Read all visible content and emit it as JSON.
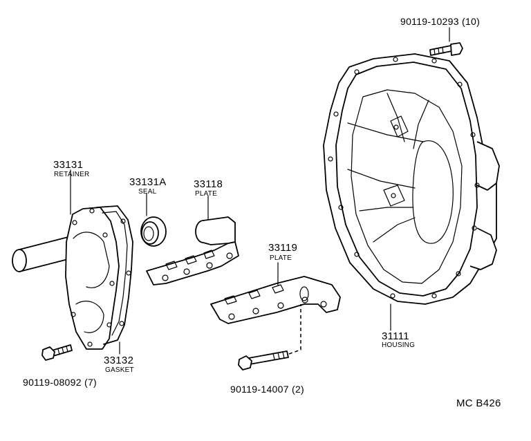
{
  "parts": {
    "housing": {
      "number": "31111",
      "name": "HOUSING"
    },
    "retainer": {
      "number": "33131",
      "name": "RETAINER"
    },
    "seal": {
      "number": "33131A",
      "name": "SEAL"
    },
    "plate_upper": {
      "number": "33118",
      "name": "PLATE"
    },
    "plate_lower": {
      "number": "33119",
      "name": "PLATE"
    },
    "gasket": {
      "number": "33132",
      "name": "GASKET"
    }
  },
  "bolts": {
    "housing_bolt": {
      "part": "90119-10293",
      "qty": "(10)"
    },
    "retainer_bolt": {
      "part": "90119-08092",
      "qty": "(7)"
    },
    "plate_bolt": {
      "part": "90119-14007",
      "qty": "(2)"
    }
  },
  "figure_code": "MC B426"
}
